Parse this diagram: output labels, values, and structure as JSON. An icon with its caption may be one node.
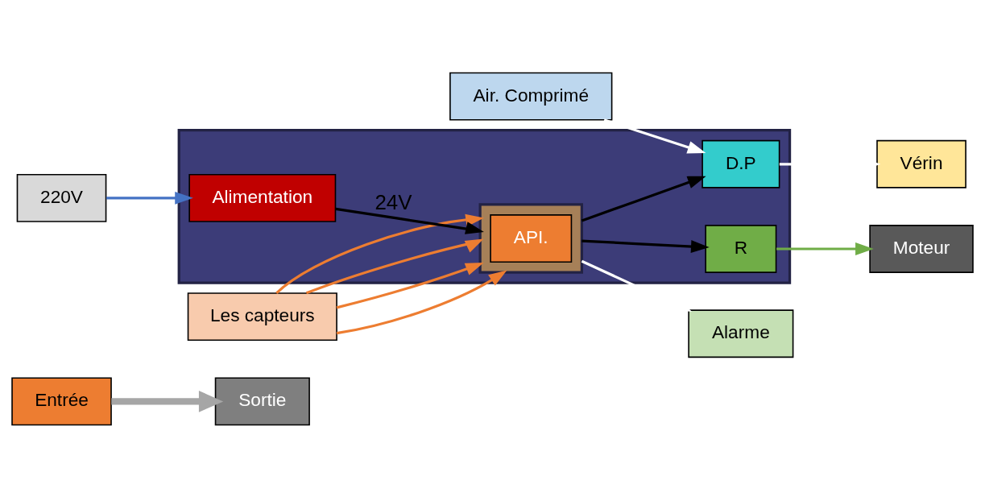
{
  "diagram": {
    "nodes": [
      {
        "text": [
          "Entrée"
        ]
      },
      {
        "text": [
          "Sortie"
        ]
      },
      {
        "text": [
          "Air. Comprimé"
        ]
      },
      {
        "text": [
          "220V"
        ]
      },
      {
        "text": [
          "Les capteurs"
        ]
      },
      {
        "text": [
          "Vérin"
        ]
      },
      {
        "text": [
          "Moteur"
        ]
      },
      {
        "text": [
          "Alarme"
        ]
      },
      {
        "text": [],
        "shape": "box"
      },
      {
        "text": [
          "D.P"
        ],
        "in": 8
      },
      {
        "text": [
          "Alimentation"
        ],
        "in": 8
      },
      {
        "text": [],
        "shape": "box",
        "in": 8
      },
      {
        "text": [
          "API."
        ],
        "in": 11
      },
      {
        "text": [
          "R"
        ],
        "in": 8
      }
    ],
    "edges": [
      {
        "from": 0,
        "to": 1,
        "arrow": "to",
        "style": "thick",
        "color": "#a6a6a6"
      },
      {
        "from": 2,
        "to": 9,
        "arrow": "to",
        "color": "#ffffff"
      },
      {
        "from": 3,
        "to": 10,
        "arrow": "to",
        "color": "#4472c4"
      },
      {
        "from": 10,
        "to": 11,
        "arrow": "to",
        "label": "24V",
        "color": "#000000"
      },
      {
        "from": 4,
        "to": 11,
        "arrow": "to",
        "color": "#ed7d31"
      },
      {
        "from": 4,
        "to": 11,
        "arrow": "to",
        "color": "#ed7d31"
      },
      {
        "from": 4,
        "to": 11,
        "arrow": "to",
        "color": "#ed7d31"
      },
      {
        "from": 4,
        "to": 11,
        "arrow": "to",
        "color": "#ed7d31"
      },
      {
        "from": 11,
        "to": 9,
        "arrow": "to",
        "color": "#000000"
      },
      {
        "from": 9,
        "to": 5,
        "arrow": "to",
        "color": "#ffffff"
      },
      {
        "from": 11,
        "to": 13,
        "arrow": "to",
        "color": "#000000"
      },
      {
        "from": 13,
        "to": 6,
        "arrow": "to",
        "color": "#70ad47"
      },
      {
        "from": 11,
        "to": 7,
        "arrow": "to",
        "color": "#ffffff"
      }
    ]
  }
}
